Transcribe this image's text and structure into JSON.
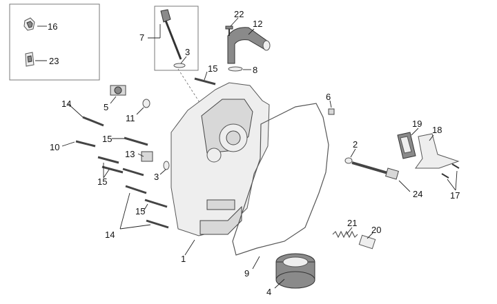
{
  "diagram": {
    "labels": {
      "l1": "1",
      "l2": "2",
      "l3a": "3",
      "l3b": "3",
      "l4": "4",
      "l5": "5",
      "l6": "6",
      "l7": "7",
      "l8": "8",
      "l9": "9",
      "l10": "10",
      "l11": "11",
      "l12": "12",
      "l13": "13",
      "l14a": "14",
      "l14b": "14",
      "l15a": "15",
      "l15b": "15",
      "l15c": "15",
      "l15d": "15",
      "l16": "16",
      "l17": "17",
      "l18": "18",
      "l19": "19",
      "l20": "20",
      "l21": "21",
      "l22": "22",
      "l23": "23",
      "l24": "24"
    }
  }
}
